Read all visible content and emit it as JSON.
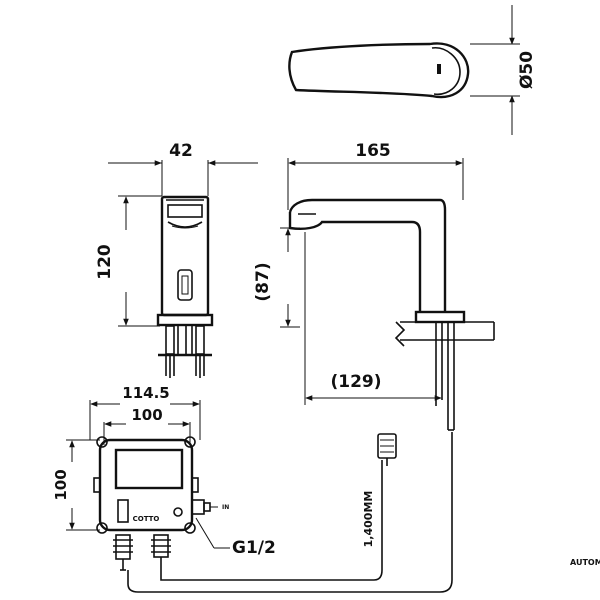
{
  "dimensions": {
    "diameter": "Ø50",
    "top_width": "42",
    "spout_length": "165",
    "body_height": "120",
    "spout_height": "(87)",
    "reach": "(129)",
    "box_outer_width": "114.5",
    "box_inner_width": "100",
    "box_height": "100",
    "cable_length": "1,400MM",
    "thread": "G1/2"
  },
  "labels": {
    "brand": "COTTO",
    "inlet_marker": "IN",
    "cut_text": "AUTOM"
  }
}
